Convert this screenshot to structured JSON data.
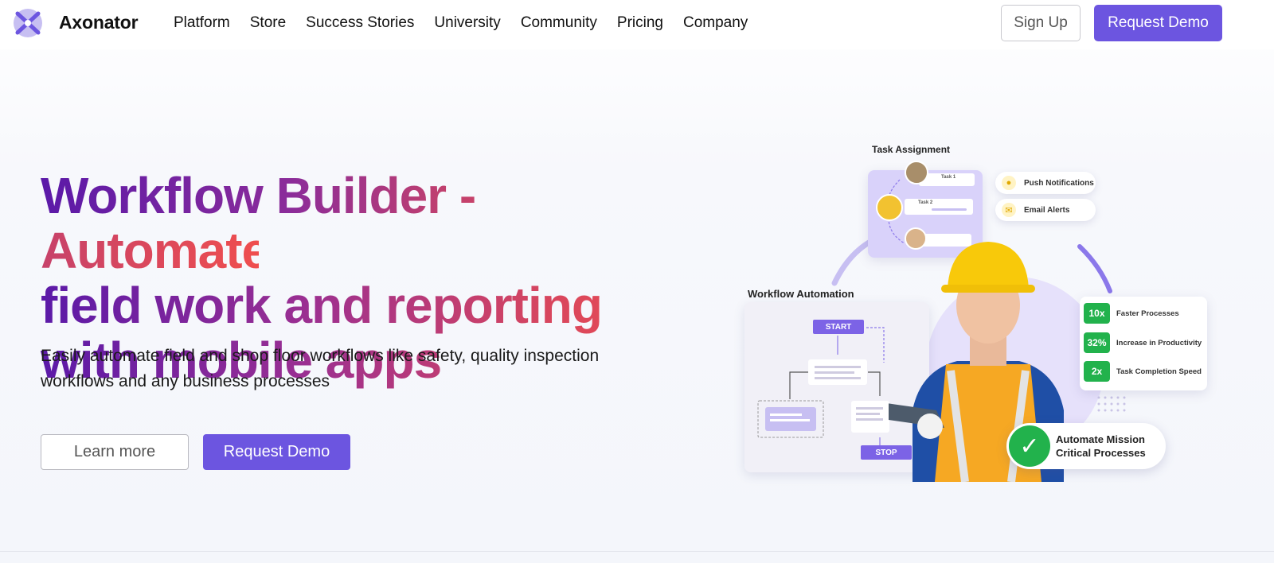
{
  "brand": {
    "name": "Axonator",
    "logo_icon": "axonator-x-logo-icon",
    "accent": "#6c55e0"
  },
  "nav": {
    "items": [
      {
        "label": "Platform"
      },
      {
        "label": "Store"
      },
      {
        "label": "Success Stories"
      },
      {
        "label": "University"
      },
      {
        "label": "Community"
      },
      {
        "label": "Pricing"
      },
      {
        "label": "Company"
      }
    ],
    "sign_up": "Sign Up",
    "request_demo": "Request Demo"
  },
  "hero": {
    "headline_line1": "Workflow Builder - Automate",
    "headline_line2": "field work and reporting",
    "headline_line3": "with mobile apps",
    "subtitle_line1": "Easily automate field and shop floor workflows like safety, quality inspection",
    "subtitle_line2": "workflows and any business processes",
    "learn_more": "Learn more",
    "request_demo": "Request Demo"
  },
  "illustration": {
    "task_assignment_label": "Task Assignment",
    "task1": "Task 1",
    "task2": "Task 2",
    "workflow_label": "Workflow Automation",
    "start": "START",
    "stop": "STOP",
    "pills": [
      {
        "label": "Push Notifications",
        "icon": "bell-icon"
      },
      {
        "label": "Email Alerts",
        "icon": "mail-icon"
      }
    ],
    "stats": [
      {
        "value": "10x",
        "label": "Faster Processes"
      },
      {
        "value": "32%",
        "label": "Increase in Productivity"
      },
      {
        "value": "2x",
        "label": "Task Completion Speed"
      }
    ],
    "badge_line1": "Automate Mission",
    "badge_line2": "Critical Processes",
    "success_color": "#22b24c"
  }
}
